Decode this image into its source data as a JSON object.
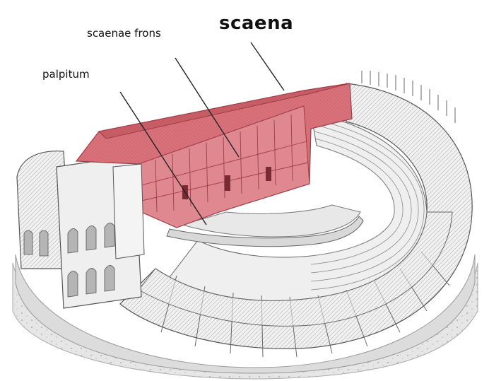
{
  "labels": {
    "scaena": "scaena",
    "scaenae_frons": "scaenae frons",
    "palpitum": "palpitum"
  },
  "colors": {
    "scaena_highlight": "#d9717a",
    "line_art": "#555555",
    "ground": "#e4e4e4",
    "leader_line": "#222222"
  }
}
